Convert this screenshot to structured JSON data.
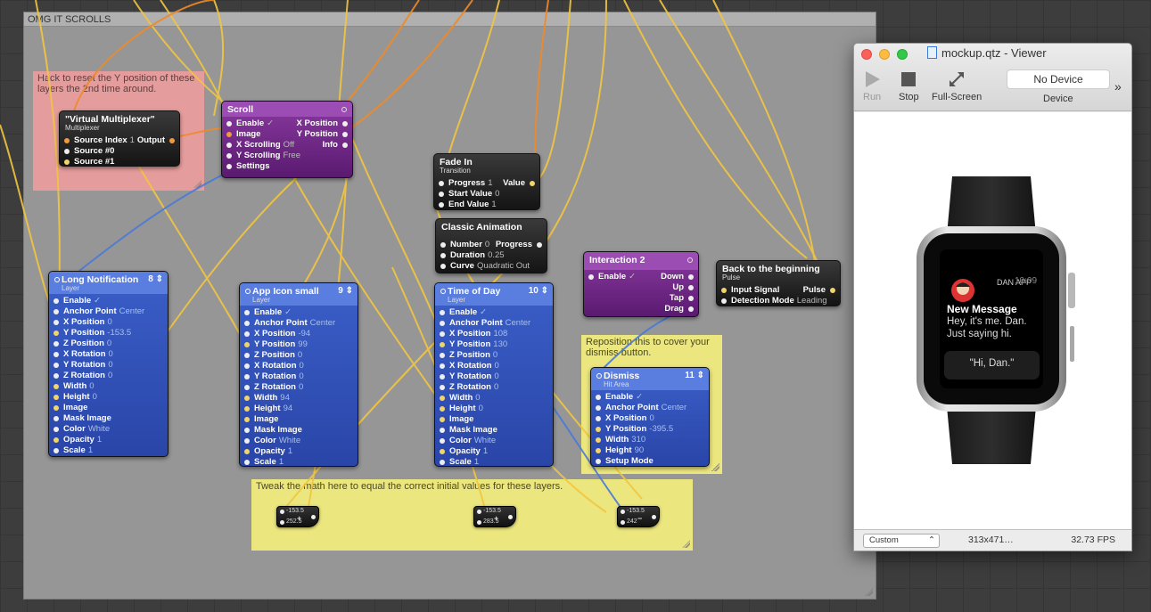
{
  "macro": {
    "title": "OMG IT SCROLLS"
  },
  "notes": {
    "reset": "Hack to reset the Y position of these layers the 2nd time around.",
    "reposition": "Reposition this to cover your dismiss button.",
    "tweak": "Tweak the math here to equal the correct initial values for these layers."
  },
  "multiplexer": {
    "title": "\"Virtual Multiplexer\"",
    "subtitle": "Multiplexer",
    "ports": [
      {
        "label": "Source Index",
        "value": "1"
      },
      {
        "label": "Source #0",
        "value": ""
      },
      {
        "label": "Source #1",
        "value": ""
      }
    ],
    "output": "Output"
  },
  "scroll": {
    "title": "Scroll",
    "inputs": [
      {
        "label": "Enable",
        "value": "✓"
      },
      {
        "label": "Image",
        "value": ""
      },
      {
        "label": "X Scrolling",
        "value": "Off"
      },
      {
        "label": "Y Scrolling",
        "value": "Free"
      },
      {
        "label": "Settings",
        "value": ""
      }
    ],
    "outputs": [
      "X Position",
      "Y Position",
      "Info"
    ]
  },
  "fade_in": {
    "title": "Fade In",
    "subtitle": "Transition",
    "ports": [
      {
        "label": "Progress",
        "value": "1"
      },
      {
        "label": "Start Value",
        "value": "0"
      },
      {
        "label": "End Value",
        "value": "1"
      }
    ],
    "output": "Value"
  },
  "classic_anim": {
    "title": "Classic Animation",
    "ports": [
      {
        "label": "Number",
        "value": "0"
      },
      {
        "label": "Duration",
        "value": "0.25"
      },
      {
        "label": "Curve",
        "value": "Quadratic Out"
      }
    ],
    "output": "Progress"
  },
  "interaction": {
    "title": "Interaction 2",
    "ports": [
      {
        "label": "Enable",
        "value": "✓"
      }
    ],
    "outputs": [
      "Down",
      "Up",
      "Tap",
      "Drag"
    ]
  },
  "pulse": {
    "title": "Back to the beginning",
    "subtitle": "Pulse",
    "ports": [
      {
        "label": "Input Signal",
        "value": ""
      },
      {
        "label": "Detection Mode",
        "value": "Leading"
      }
    ],
    "output": "Pulse"
  },
  "long_notification": {
    "title": "Long Notification",
    "subtitle": "Layer",
    "badge": "8",
    "ports": [
      {
        "label": "Enable",
        "value": "✓"
      },
      {
        "label": "Anchor Point",
        "value": "Center"
      },
      {
        "label": "X Position",
        "value": "0"
      },
      {
        "label": "Y Position",
        "value": "-153.5"
      },
      {
        "label": "Z Position",
        "value": "0"
      },
      {
        "label": "X Rotation",
        "value": "0"
      },
      {
        "label": "Y Rotation",
        "value": "0"
      },
      {
        "label": "Z Rotation",
        "value": "0"
      },
      {
        "label": "Width",
        "value": "0"
      },
      {
        "label": "Height",
        "value": "0"
      },
      {
        "label": "Image",
        "value": ""
      },
      {
        "label": "Mask Image",
        "value": ""
      },
      {
        "label": "Color",
        "value": "White"
      },
      {
        "label": "Opacity",
        "value": "1"
      },
      {
        "label": "Scale",
        "value": "1"
      }
    ]
  },
  "app_icon": {
    "title": "App Icon small",
    "subtitle": "Layer",
    "badge": "9",
    "ports": [
      {
        "label": "Enable",
        "value": "✓"
      },
      {
        "label": "Anchor Point",
        "value": "Center"
      },
      {
        "label": "X Position",
        "value": "-94"
      },
      {
        "label": "Y Position",
        "value": "99"
      },
      {
        "label": "Z Position",
        "value": "0"
      },
      {
        "label": "X Rotation",
        "value": "0"
      },
      {
        "label": "Y Rotation",
        "value": "0"
      },
      {
        "label": "Z Rotation",
        "value": "0"
      },
      {
        "label": "Width",
        "value": "94"
      },
      {
        "label": "Height",
        "value": "94"
      },
      {
        "label": "Image",
        "value": ""
      },
      {
        "label": "Mask Image",
        "value": ""
      },
      {
        "label": "Color",
        "value": "White"
      },
      {
        "label": "Opacity",
        "value": "1"
      },
      {
        "label": "Scale",
        "value": "1"
      }
    ]
  },
  "time_of_day": {
    "title": "Time of Day",
    "subtitle": "Layer",
    "badge": "10",
    "ports": [
      {
        "label": "Enable",
        "value": "✓"
      },
      {
        "label": "Anchor Point",
        "value": "Center"
      },
      {
        "label": "X Position",
        "value": "108"
      },
      {
        "label": "Y Position",
        "value": "130"
      },
      {
        "label": "Z Position",
        "value": "0"
      },
      {
        "label": "X Rotation",
        "value": "0"
      },
      {
        "label": "Y Rotation",
        "value": "0"
      },
      {
        "label": "Z Rotation",
        "value": "0"
      },
      {
        "label": "Width",
        "value": "0"
      },
      {
        "label": "Height",
        "value": "0"
      },
      {
        "label": "Image",
        "value": ""
      },
      {
        "label": "Mask Image",
        "value": ""
      },
      {
        "label": "Color",
        "value": "White"
      },
      {
        "label": "Opacity",
        "value": "1"
      },
      {
        "label": "Scale",
        "value": "1"
      }
    ]
  },
  "dismiss": {
    "title": "Dismiss",
    "subtitle": "Hit Area",
    "badge": "11",
    "ports": [
      {
        "label": "Enable",
        "value": "✓"
      },
      {
        "label": "Anchor Point",
        "value": "Center"
      },
      {
        "label": "X Position",
        "value": "0"
      },
      {
        "label": "Y Position",
        "value": "-395.5"
      },
      {
        "label": "Width",
        "value": "310"
      },
      {
        "label": "Height",
        "value": "90"
      },
      {
        "label": "Setup Mode",
        "value": ""
      }
    ]
  },
  "math_patches": [
    {
      "a": "-153.5",
      "op": "+",
      "b": "252.5"
    },
    {
      "a": "-153.5",
      "op": "+",
      "b": "283.5"
    },
    {
      "a": "-153.5",
      "op": "−",
      "b": "242"
    }
  ],
  "viewer": {
    "title": "mockup.qtz - Viewer",
    "toolbar": {
      "run": "Run",
      "stop": "Stop",
      "fullscreen": "Full-Screen",
      "device_value": "No Device",
      "device_label": "Device",
      "overflow": "»"
    },
    "watch": {
      "app_name": "DAN APP",
      "time": "10:09",
      "heading": "New Message",
      "line1": "Hey, it's me. Dan.",
      "line2": "Just saying hi.",
      "reply": "\"Hi, Dan.\""
    },
    "status": {
      "zoom": "Custom",
      "size": "313x471…",
      "fps": "32.73 FPS"
    }
  },
  "colors": {
    "wire_yellow": "#f2c641",
    "wire_orange": "#f08a28",
    "wire_blue": "#4a7ad8",
    "layer_blue": "#3553c0",
    "purple": "#7b2f94"
  }
}
